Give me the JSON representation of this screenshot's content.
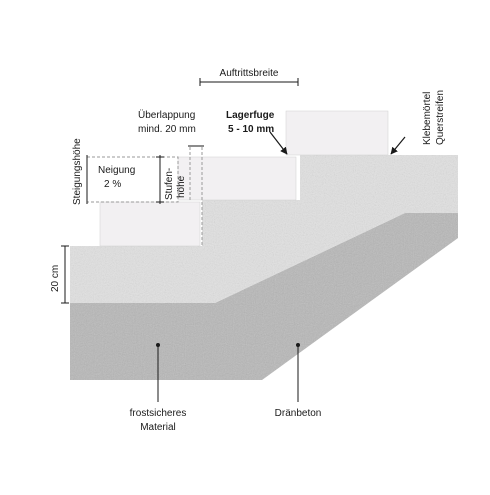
{
  "labels": {
    "auftrittsbreite": "Auftrittsbreite",
    "ueberlappung_1": "Überlappung",
    "ueberlappung_2": "mind. 20 mm",
    "lagerfuge_1": "Lagerfuge",
    "lagerfuge_2": "5 - 10 mm",
    "klebemoertel": "Klebemörtel",
    "querstreifen": "Querstreifen",
    "steigungshoehe": "Steigungshöhe",
    "neigung_1": "Neigung",
    "neigung_2": "2 %",
    "stufen": "Stufen-",
    "hoehe": "höhe",
    "zwanzig_cm": "20 cm",
    "frostsicheres_1": "frostsicheres",
    "frostsicheres_2": "Material",
    "draenbeton": "Dränbeton"
  },
  "colors": {
    "gravel": "#b8b8b8",
    "concrete": "#e2e2e2",
    "slab": "#f2f0f2",
    "line": "#1a1a1a",
    "dashed": "#9a9a9a"
  }
}
